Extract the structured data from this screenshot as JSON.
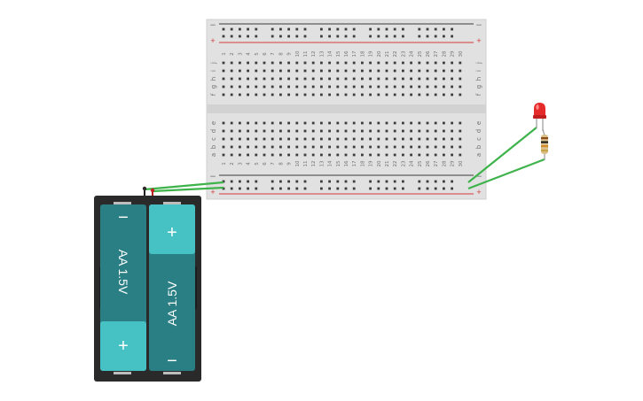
{
  "breadcrumb_rows": {
    "top": [
      "j",
      "i",
      "h",
      "g",
      "f"
    ],
    "bottom": [
      "e",
      "d",
      "c",
      "b",
      "a"
    ]
  },
  "breadboard": {
    "columns": 30,
    "rail_minus": "−",
    "rail_plus": "+"
  },
  "battery_pack": {
    "cells": [
      {
        "label": "AA 1.5V",
        "top_sign": "−",
        "bottom_sign": "+"
      },
      {
        "label": "AA 1.5V",
        "top_sign": "+",
        "bottom_sign": "−"
      }
    ]
  },
  "components": {
    "led_color": "#e52a2a",
    "resistor_band_colors": [
      "#8b4b1a",
      "#1b1b1b",
      "#d08a2a",
      "#c9a245"
    ],
    "wire_color": "#3fb34b",
    "battery_color": "#2a7f85",
    "battery_cap_color": "#47c2c4",
    "holder_color": "#2a2a2a"
  }
}
